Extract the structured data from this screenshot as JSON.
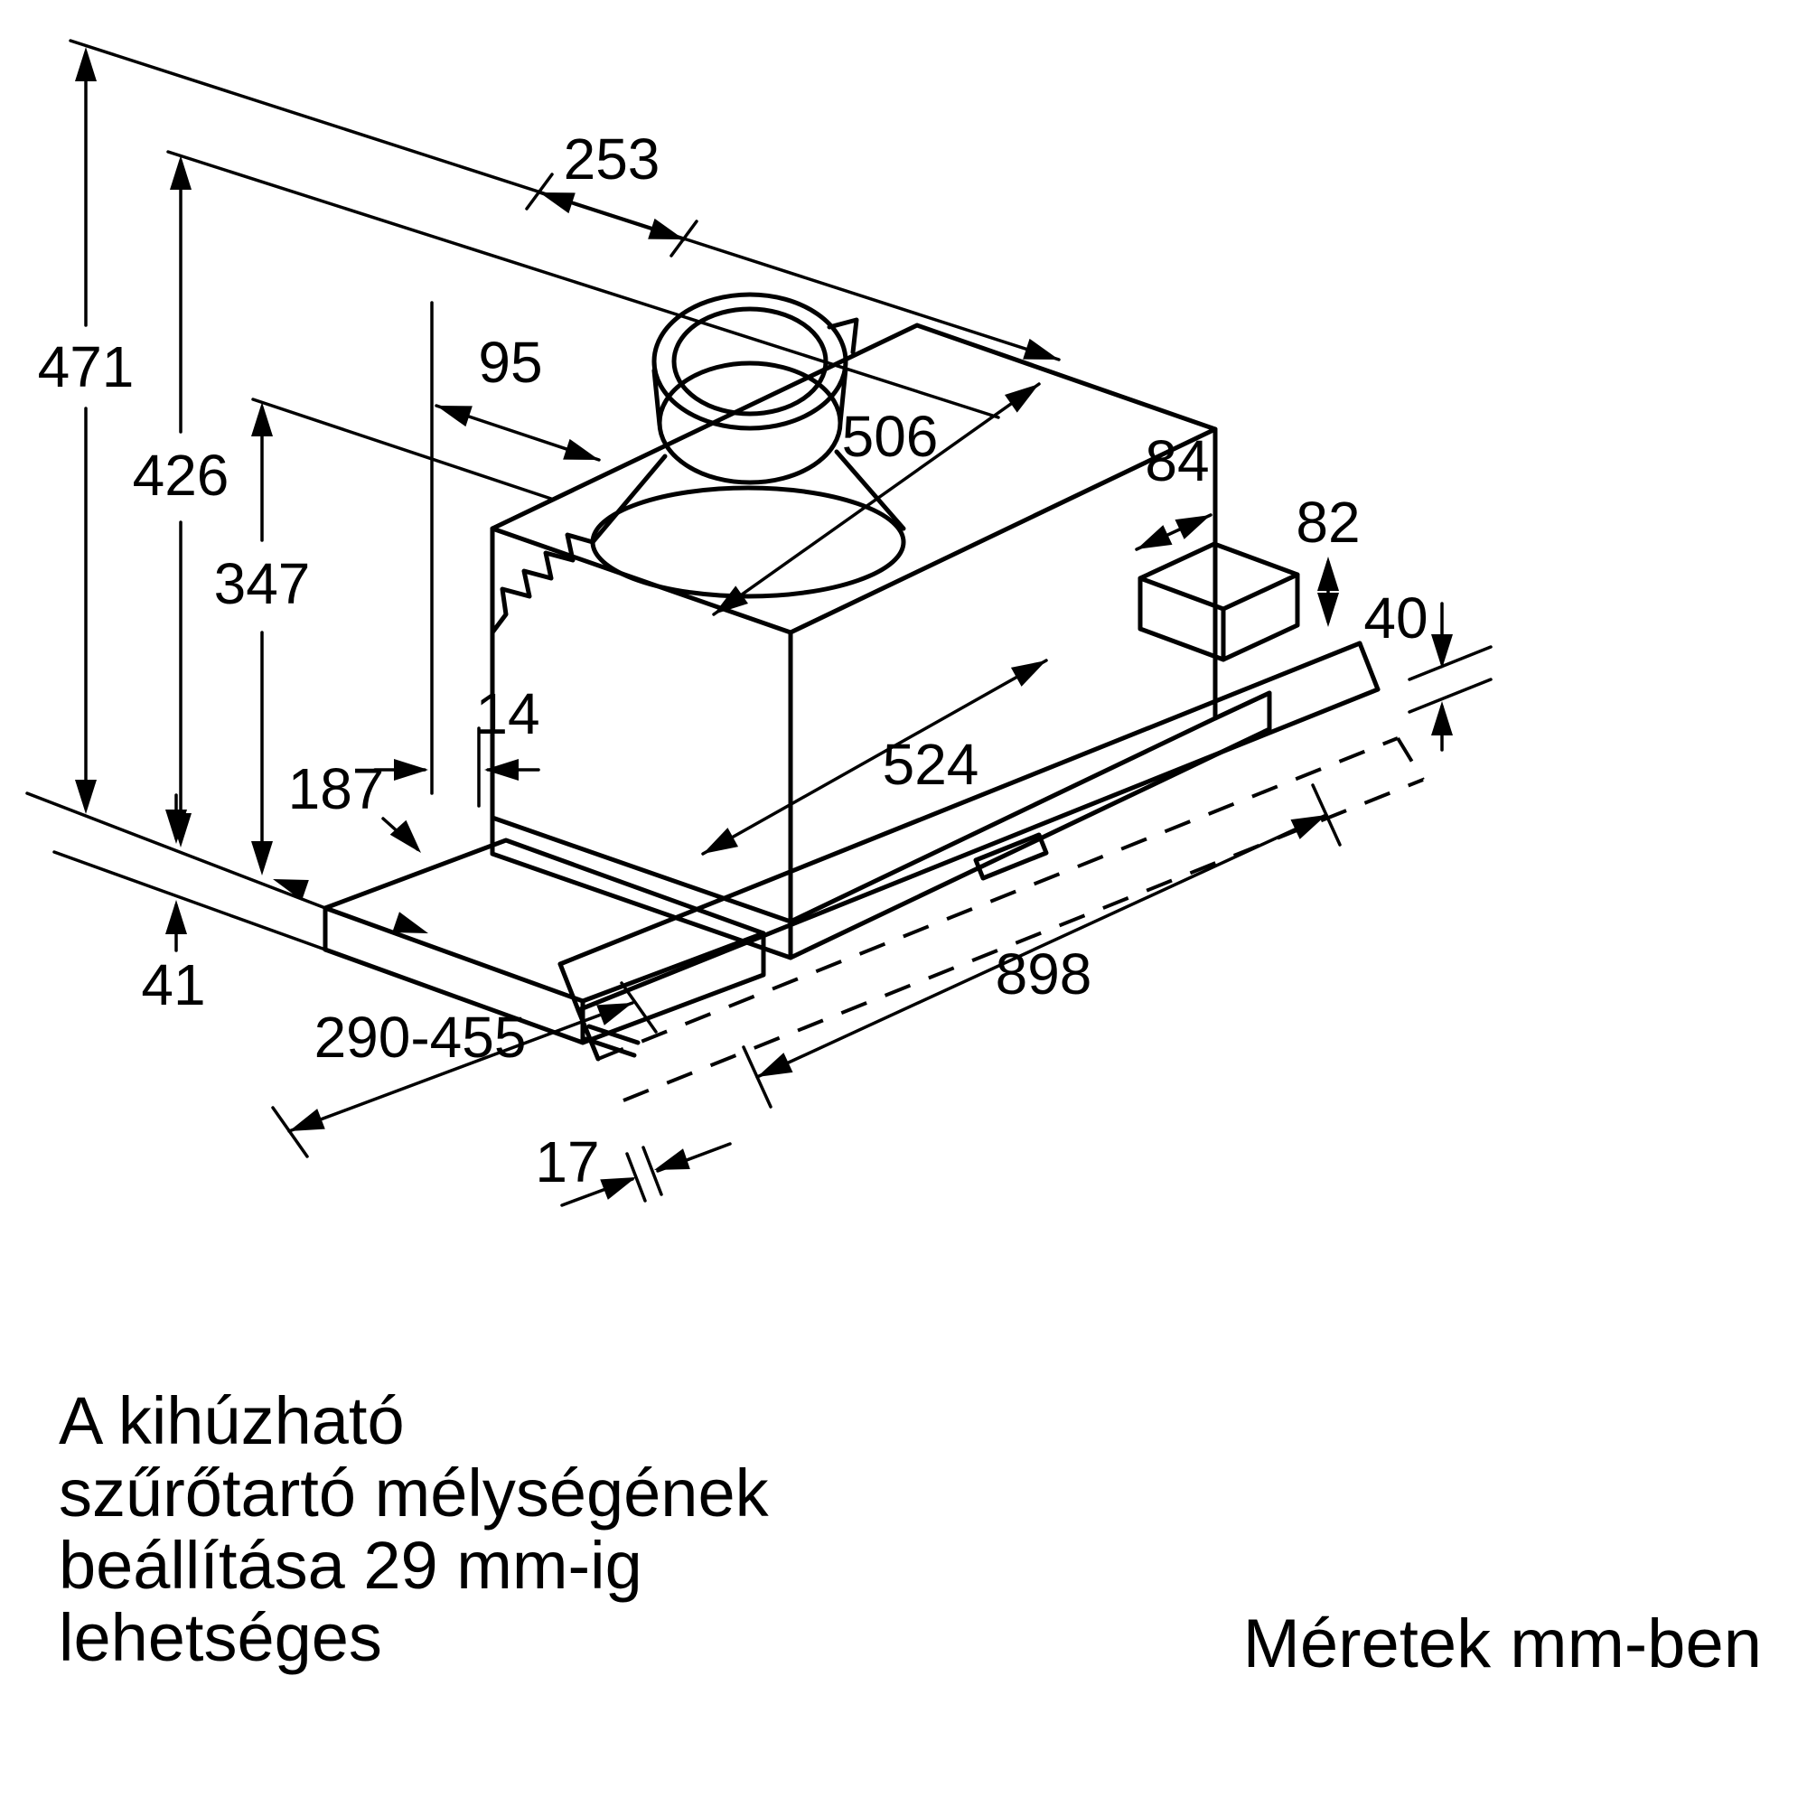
{
  "dimensions": {
    "d253": "253",
    "d471": "471",
    "d426": "426",
    "d347": "347",
    "d95": "95",
    "d506": "506",
    "d84": "84",
    "d82": "82",
    "d40": "40",
    "d524": "524",
    "d14": "14",
    "d187": "187",
    "d41": "41",
    "d290_455": "290-455",
    "d898": "898",
    "d17": "17"
  },
  "notes": {
    "filter_note_lines": [
      "A kihúzható",
      "szűrőtartó mélységének",
      "beállítása 29 mm-ig",
      "lehetséges"
    ],
    "units_note": "Méretek mm-ben"
  },
  "colors": {
    "line": "#000000",
    "background": "#ffffff"
  }
}
